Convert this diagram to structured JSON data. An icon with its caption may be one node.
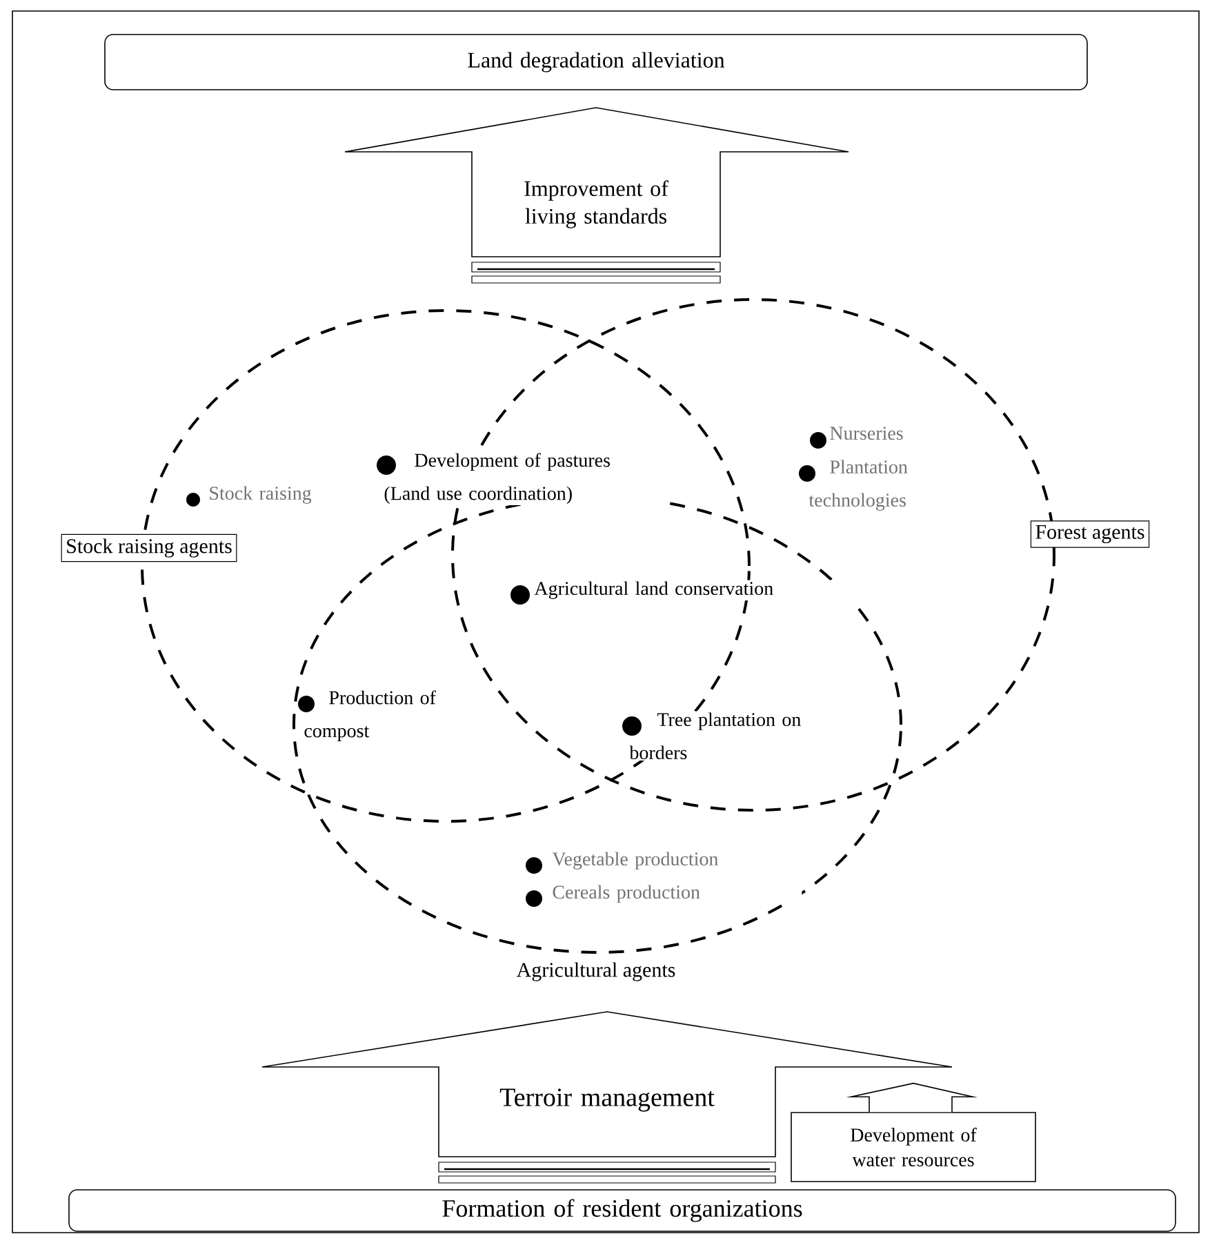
{
  "diagram": {
    "nodes": [
      {
        "text": [
          "Land degradation alleviation"
        ]
      },
      {
        "text": [
          "Improvement of living standards"
        ]
      },
      {
        "text": [
          "Stock raising agents"
        ]
      },
      {
        "text": [
          "Forest agents"
        ]
      },
      {
        "text": [
          "Agricultural agents"
        ]
      },
      {
        "text": [
          "Terroir management"
        ]
      },
      {
        "text": [
          "Development of water resources"
        ]
      },
      {
        "text": [
          "Formation of resident organizations"
        ]
      }
    ],
    "edges": [
      {
        "from": 6,
        "to": 5,
        "arrow": "to"
      }
    ],
    "labels": [
      "Stock raising",
      "Development of pastures (Land use coordination)",
      "Nurseries",
      "Plantation technologies",
      "Agricultural land conservation",
      "Production of compost",
      "Tree plantation on borders",
      "Vegetable production",
      "Cereals production"
    ]
  }
}
